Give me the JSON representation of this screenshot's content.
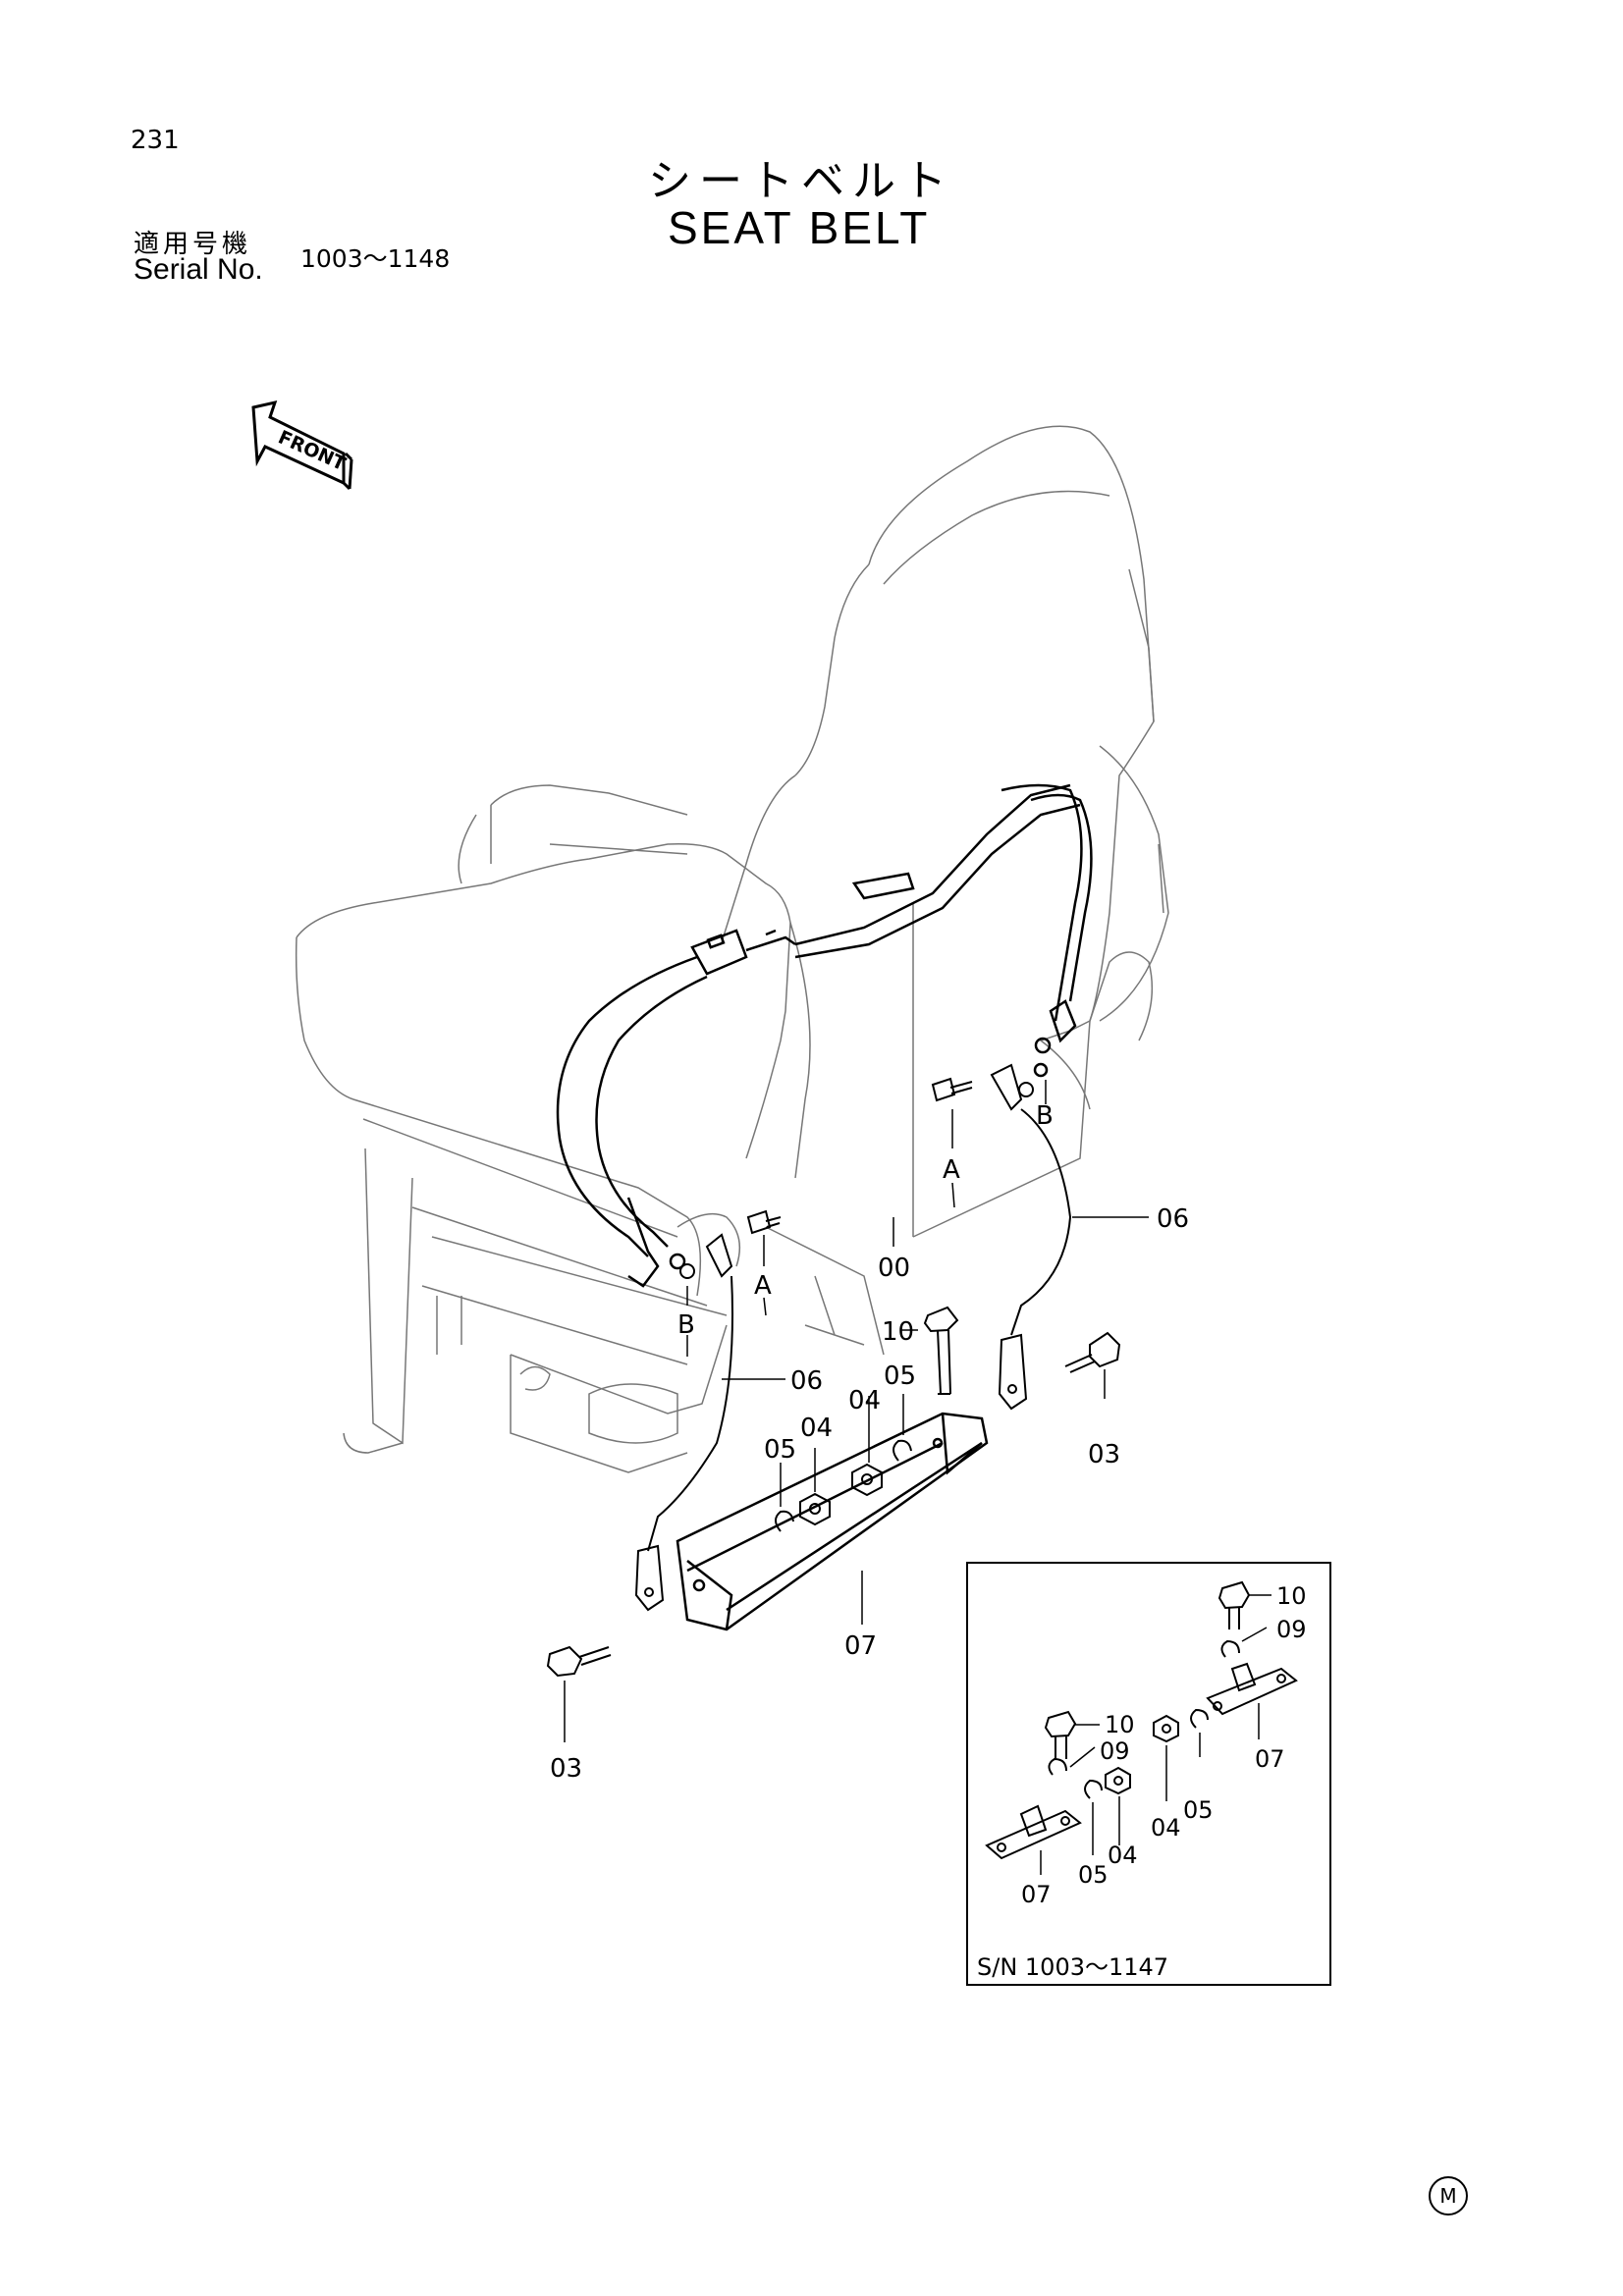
{
  "header": {
    "page_number": "231",
    "title_jp": "シートベルト",
    "title_en": "SEAT BELT",
    "serial_label_jp": "適用号機",
    "serial_label_en": "Serial No.",
    "serial_range": "1003～1148"
  },
  "front_arrow": {
    "label": "FRONT"
  },
  "callouts": {
    "A": "A",
    "B": "B",
    "p00": "00",
    "p03": "03",
    "p04": "04",
    "p05": "05",
    "p06": "06",
    "p07": "07",
    "p09": "09",
    "p10": "10"
  },
  "inset": {
    "label": "S/N  1003～1147"
  },
  "footer": {
    "mark": "M"
  }
}
